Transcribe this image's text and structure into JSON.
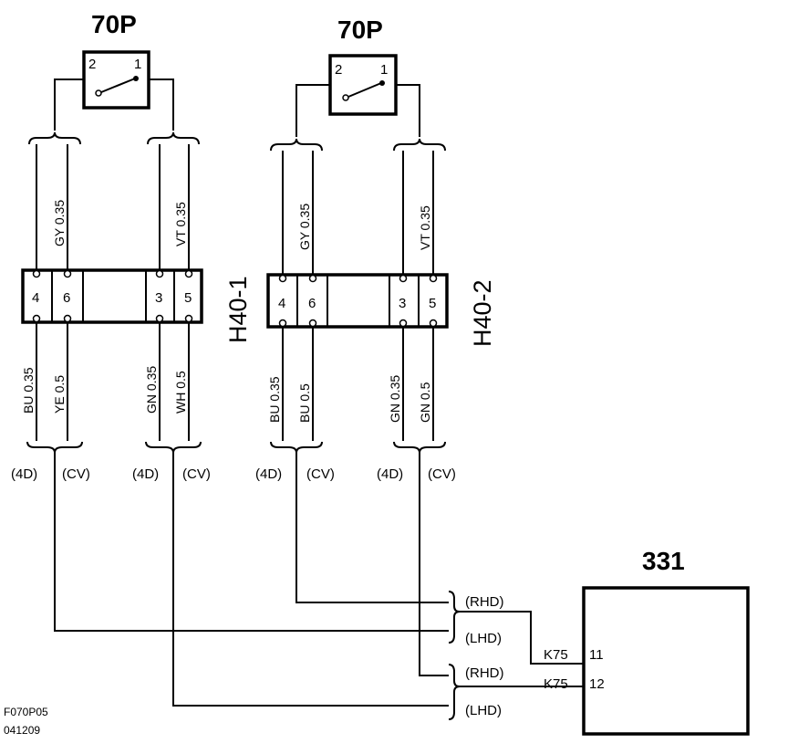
{
  "switches": [
    {
      "label": "70P",
      "pin_left": "2",
      "pin_right": "1"
    },
    {
      "label": "70P",
      "pin_left": "2",
      "pin_right": "1"
    }
  ],
  "connectors": [
    {
      "label": "H40-1",
      "pins": [
        "4",
        "6",
        "3",
        "5"
      ],
      "top_wires": [
        "GY  0.35",
        "VT  0.35"
      ],
      "bottom_wires": [
        "BU  0.35",
        "YE   0.5",
        "GN  0.35",
        "WH  0.5"
      ],
      "variants": [
        "(4D)",
        "(CV)",
        "(4D)",
        "(CV)"
      ]
    },
    {
      "label": "H40-2",
      "pins": [
        "4",
        "6",
        "3",
        "5"
      ],
      "top_wires": [
        "GY  0.35",
        "VT  0.35"
      ],
      "bottom_wires": [
        "BU  0.35",
        "BU   0.5",
        "GN  0.35",
        "GN   0.5"
      ],
      "variants": [
        "(4D)",
        "(CV)",
        "(4D)",
        "(CV)"
      ]
    }
  ],
  "module": {
    "label": "331",
    "pins": [
      {
        "name": "K75",
        "number": "11"
      },
      {
        "name": "K75",
        "number": "12"
      }
    ]
  },
  "routes": [
    "(RHD)",
    "(LHD)",
    "(RHD)",
    "(LHD)"
  ],
  "footer": {
    "code": "F070P05",
    "date": "041209"
  }
}
